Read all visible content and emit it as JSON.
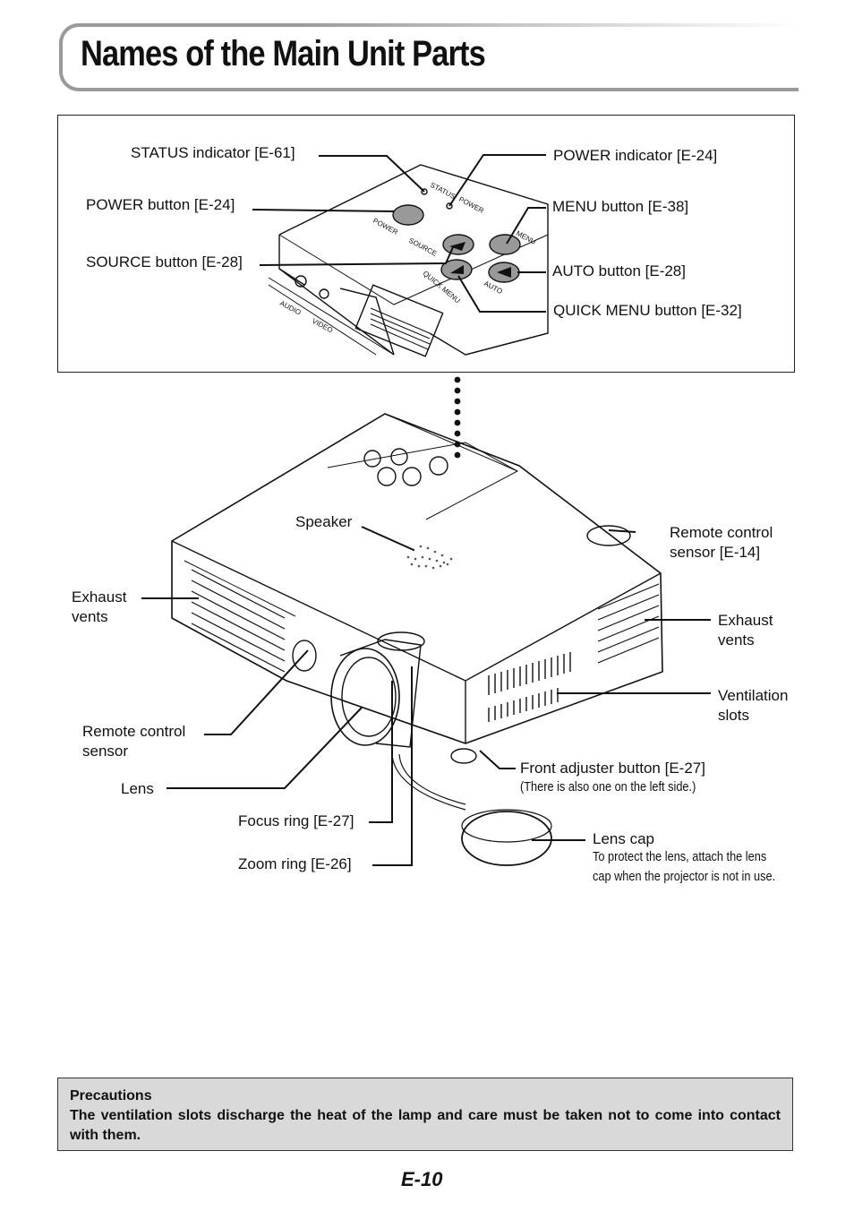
{
  "page": {
    "title": "Names of the Main Unit Parts",
    "page_number": "E-10"
  },
  "detail": {
    "status_indicator": "STATUS indicator [E-61]",
    "power_button": "POWER button [E-24]",
    "source_button": "SOURCE button [E-28]",
    "power_indicator": "POWER indicator [E-24]",
    "menu_button": "MENU button [E-38]",
    "auto_button": "AUTO button [E-28]",
    "quick_menu_button": "QUICK MENU button [E-32]",
    "panel_text": {
      "status": "STATUS",
      "power_led": "POWER",
      "power": "POWER",
      "source": "SOURCE",
      "quick_menu": "QUICK MENU",
      "auto": "AUTO",
      "menu": "MENU",
      "audio": "AUDIO",
      "video": "VIDEO"
    }
  },
  "main": {
    "speaker": "Speaker",
    "remote_sensor_top_1": "Remote control",
    "remote_sensor_top_2": "sensor [E-14]",
    "exhaust_left_1": "Exhaust",
    "exhaust_left_2": "vents",
    "exhaust_right_1": "Exhaust",
    "exhaust_right_2": "vents",
    "ventilation_1": "Ventilation",
    "ventilation_2": "slots",
    "remote_sensor_front_1": "Remote control",
    "remote_sensor_front_2": "sensor",
    "lens": "Lens",
    "front_adjuster": "Front adjuster button [E-27]",
    "front_adjuster_note": "(There is also one on the left side.)",
    "focus_ring": "Focus ring [E-27]",
    "zoom_ring": "Zoom ring [E-26]",
    "lens_cap": "Lens cap",
    "lens_cap_note_1": "To protect the lens, attach the lens",
    "lens_cap_note_2": "cap when the projector is not in use."
  },
  "precautions": {
    "title": "Precautions",
    "body": "The ventilation slots discharge the heat of the lamp and care must be taken not to come into contact with them."
  }
}
